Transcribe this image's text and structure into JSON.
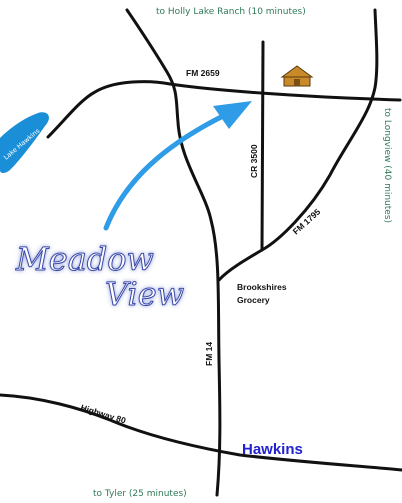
{
  "destinations": {
    "north": "to Holly Lake Ranch (10 minutes)",
    "east": "to Longview (40 minutes)",
    "south": "to Tyler (25 minutes)"
  },
  "roads": {
    "fm2659": "FM 2659",
    "cr3500": "CR 3500",
    "fm1795": "FM 1795",
    "fm14": "FM 14",
    "hwy80": "Highway 80"
  },
  "places": {
    "lake": "Lake Hawkins",
    "grocery_line1": "Brookshires",
    "grocery_line2": "Grocery",
    "town": "Hawkins"
  },
  "brand": {
    "line1": "Meadow",
    "line2": "View"
  },
  "colors": {
    "arrow": "#2e9ce6",
    "lake": "#1a8fd8",
    "destination_text": "#2f7a57",
    "town_text": "#2222d0",
    "house": "#c98a2a",
    "brand_outline": "#3a4aa8"
  }
}
